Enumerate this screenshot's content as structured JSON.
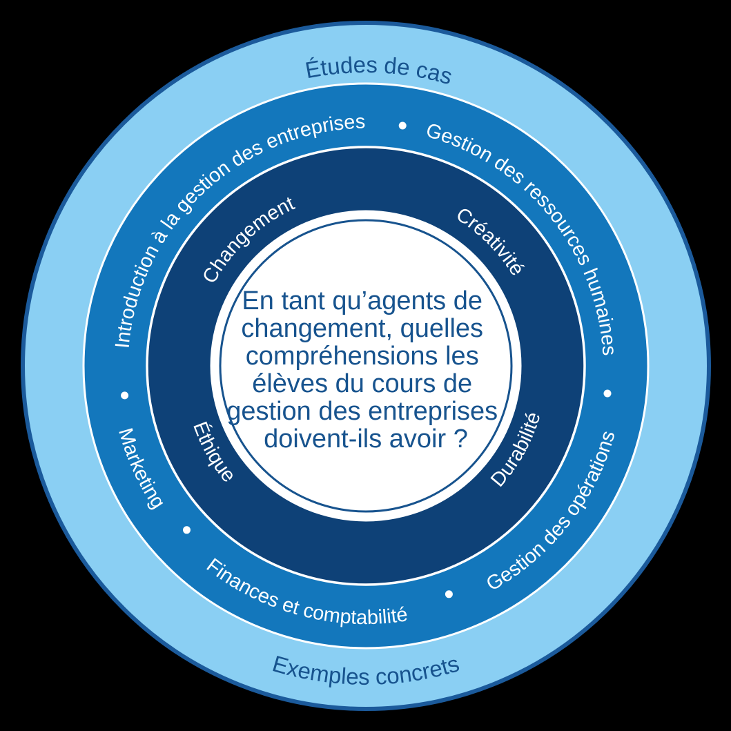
{
  "colors": {
    "background": "#000000",
    "outer_ring_fill": "#8ACFF3",
    "outer_ring_border": "#1B5A9B",
    "middle_ring_fill": "#1377BC",
    "inner_ring_fill": "#0E4177",
    "ring_separator_line": "#FFFFFF",
    "center_circle_fill": "#FFFFFF",
    "center_inner_stroke": "#17538E",
    "dark_blue_text": "#17538E",
    "white_text": "#FFFFFF"
  },
  "outer_ring": {
    "top_label": "Études de cas",
    "bottom_label": "Exemples concrets"
  },
  "middle_ring": {
    "separator": "•",
    "items": [
      "Introduction à la gestion des entreprises",
      "Gestion des ressources humaines",
      "Gestion des opérations",
      "Finances et comptabilité",
      "Marketing"
    ]
  },
  "inner_ring": {
    "items": [
      "Changement",
      "Créativité",
      "Durabilité",
      "Éthique"
    ]
  },
  "center": {
    "lines": [
      "En tant qu’agents de",
      "changement, quelles",
      "compréhensions les",
      "élèves du cours de",
      "gestion des entreprises",
      "doivent-ils avoir ?"
    ]
  }
}
